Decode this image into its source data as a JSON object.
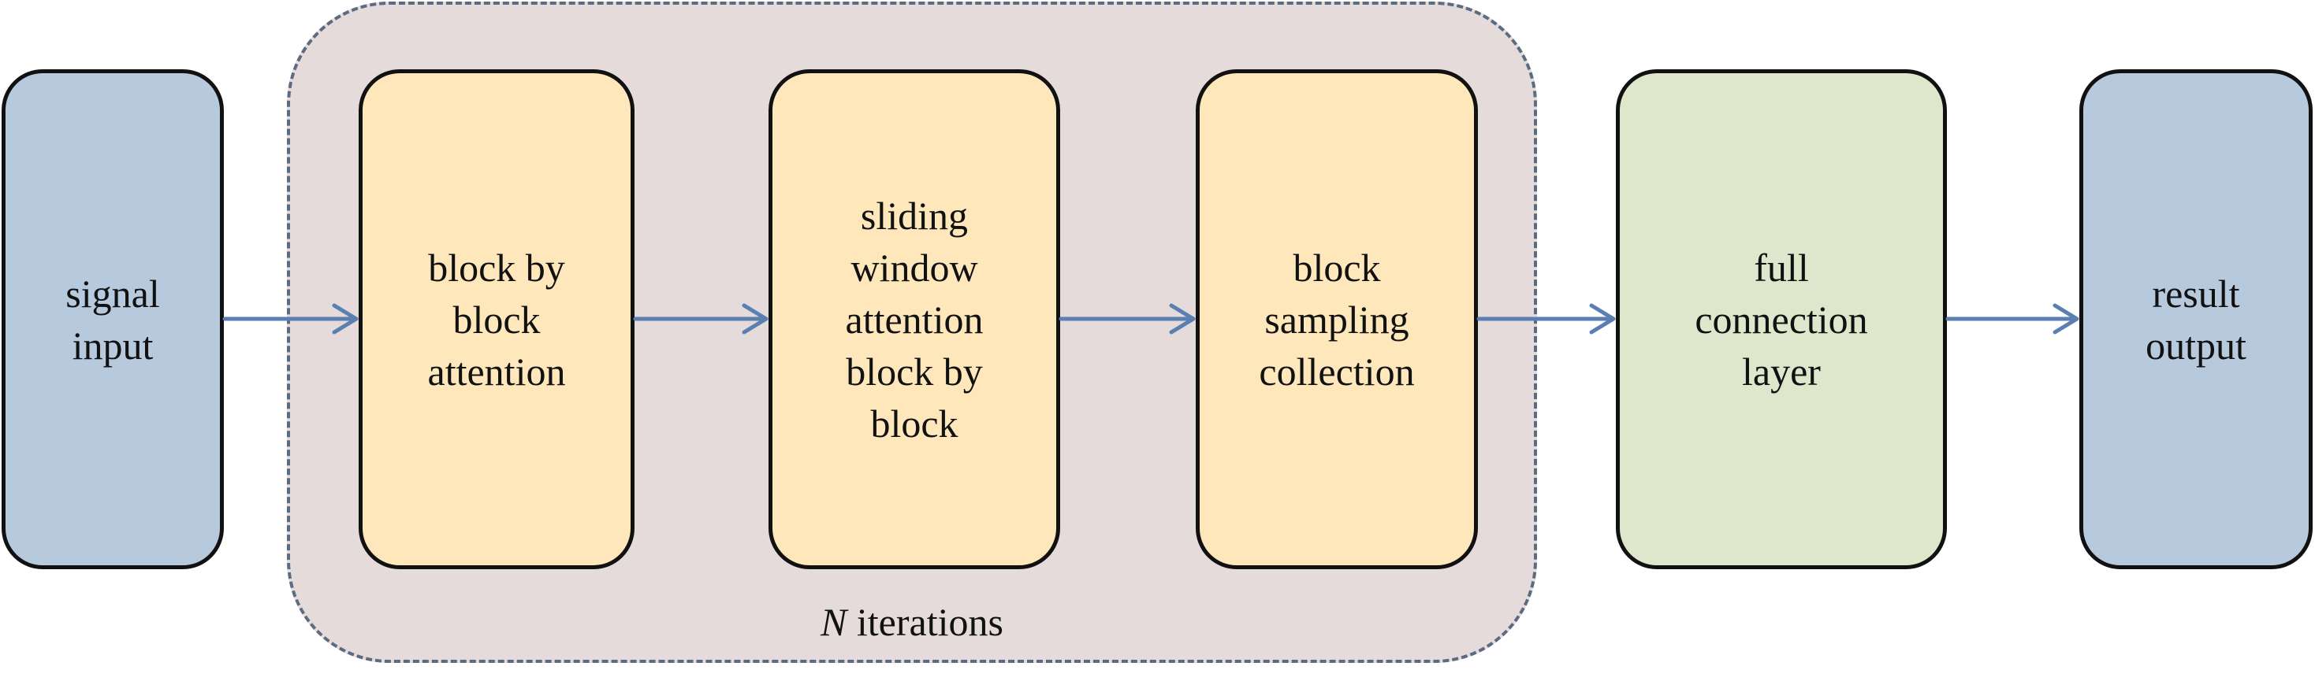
{
  "diagram": {
    "loop": {
      "variable": "N",
      "label": "iterations"
    },
    "nodes": [
      {
        "id": "signal-input",
        "text": "signal\ninput"
      },
      {
        "id": "block-attention",
        "text": "block by\nblock\nattention"
      },
      {
        "id": "sliding-window",
        "text": "sliding\nwindow\nattention\nblock by\nblock"
      },
      {
        "id": "block-sampling",
        "text": "block\nsampling\ncollection"
      },
      {
        "id": "full-connection",
        "text": "full\nconnection\nlayer"
      },
      {
        "id": "result-output",
        "text": "result\noutput"
      }
    ],
    "colors": {
      "io": "#b7c9dd",
      "process": "#fde7bb",
      "output_stage": "#dee7cb",
      "group": "#e5dbdb",
      "group_border": "#5a6b82",
      "arrow": "#5b7fb0",
      "stroke": "#111111"
    }
  }
}
